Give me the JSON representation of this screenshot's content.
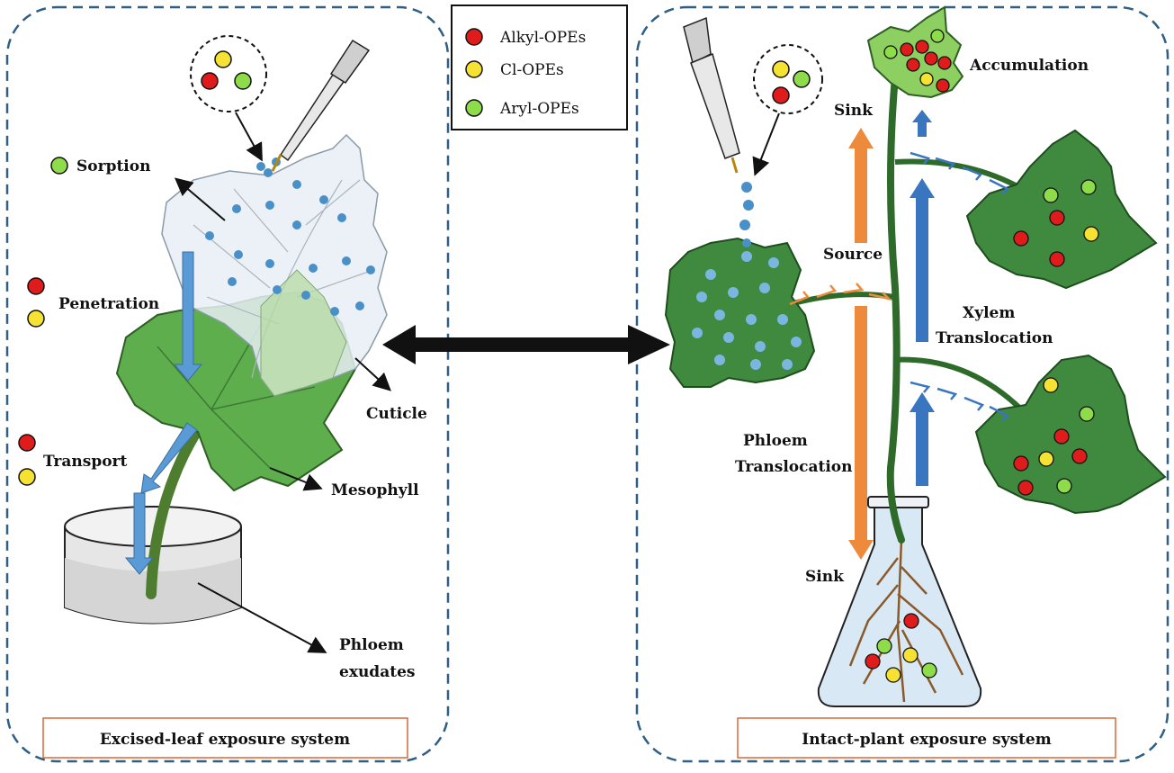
{
  "legend": {
    "items": [
      {
        "label": "Alkyl-OPEs",
        "color": "#e01b1b"
      },
      {
        "label": "Cl-OPEs",
        "color": "#f5e232"
      },
      {
        "label": "Aryl-OPEs",
        "color": "#8fdc4a"
      }
    ]
  },
  "left_panel": {
    "caption": "Excised-leaf exposure system",
    "labels": {
      "sorption": "Sorption",
      "penetration": "Penetration",
      "transport": "Transport",
      "cuticle": "Cuticle",
      "mesophyll": "Mesophyll",
      "phloem_1": "Phloem",
      "phloem_2": "exudates"
    }
  },
  "right_panel": {
    "caption": "Intact-plant exposure system",
    "labels": {
      "accumulation": "Accumulation",
      "sink_top": "Sink",
      "source": "Source",
      "xylem_1": "Xylem",
      "xylem_2": "Translocation",
      "phloem_1": "Phloem",
      "phloem_2": "Translocation",
      "sink_bottom": "Sink"
    }
  },
  "colors": {
    "panel_border": "#2f5e86",
    "caption_border": "#d9693a",
    "leaf_dark": "#3f8a3f",
    "leaf_light": "#8ecf62",
    "droplet": "#4a90c8",
    "xylem_arrow": "#3a75c0",
    "phloem_arrow": "#ee8a3c"
  }
}
